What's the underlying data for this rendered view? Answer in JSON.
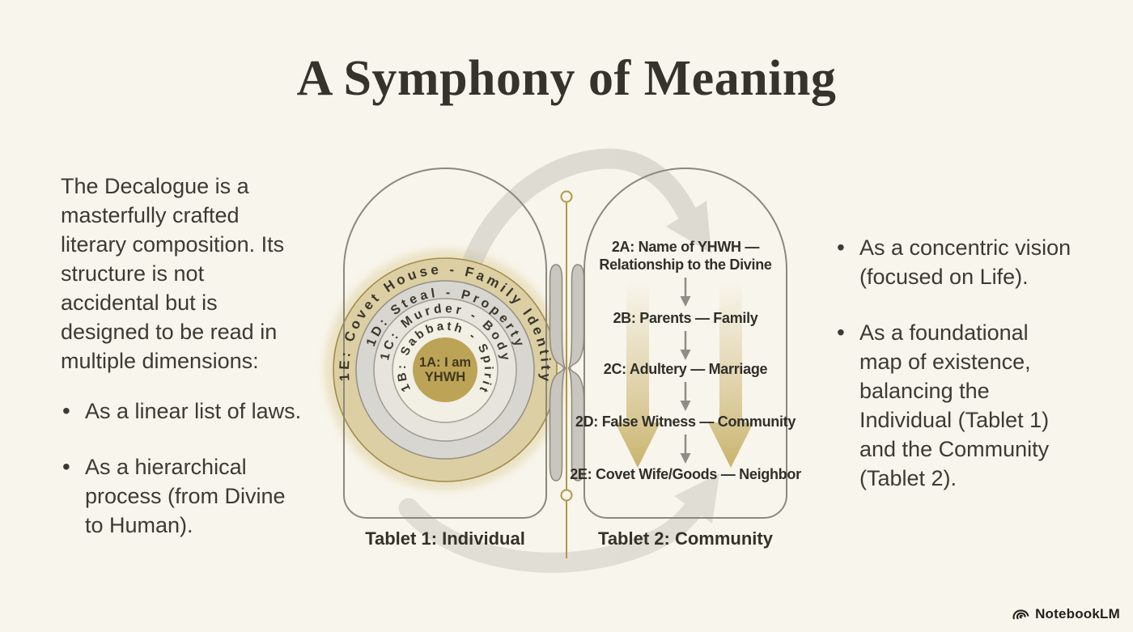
{
  "title": "A Symphony of Meaning",
  "left_panel": {
    "intro": "The Decalogue is a\nmasterfully crafted\nliterary composition. Its\nstructure is not\naccidental but is\ndesigned to be read in\nmultiple dimensions:",
    "bullets": [
      "As a linear list of laws.",
      "As a hierarchical\nprocess (from Divine\nto Human)."
    ]
  },
  "right_panel": {
    "bullets": [
      "As a concentric vision\n(focused on Life).",
      "As a foundational\nmap of existence,\nbalancing the\nIndividual (Tablet 1)\nand the Community\n(Tablet 2)."
    ]
  },
  "diagram": {
    "tablet1": {
      "caption": "Tablet 1: Individual",
      "rings": [
        {
          "id": "1E",
          "label": "1E: Covet House - Family Identity"
        },
        {
          "id": "1D",
          "label": "1D: Steal - Property"
        },
        {
          "id": "1C",
          "label": "1C: Murder - Body"
        },
        {
          "id": "1B",
          "label": "1B: Sabbath - Spirit"
        }
      ],
      "center": {
        "line1": "1A: I am",
        "line2": "YHWH"
      }
    },
    "tablet2": {
      "caption": "Tablet 2: Community",
      "items": [
        {
          "line1": "2A: Name of YHWH —",
          "line2": "Relationship to the Divine"
        },
        {
          "line1": "2B: Parents — Family"
        },
        {
          "line1": "2C: Adultery — Marriage"
        },
        {
          "line1": "2D: False Witness — Community"
        },
        {
          "line1": "2E: Covet Wife/Goods — Neighbor"
        }
      ]
    }
  },
  "branding": {
    "logo_text": "NotebookLM",
    "logo_icon": "notebooklm-swirl-icon"
  },
  "colors": {
    "background": "#f8f5ec",
    "title_text": "#35332c",
    "body_text": "#3b3a34",
    "tablet_outline": "#8b897f",
    "gold_accent": "#b29747",
    "center_circle": "#bda356",
    "tan_ring": "#dccfa3",
    "gray_ring": "#d8d6d0",
    "swirl_arrow": "#b9b7af",
    "tan_arrow": "#c6b068"
  }
}
